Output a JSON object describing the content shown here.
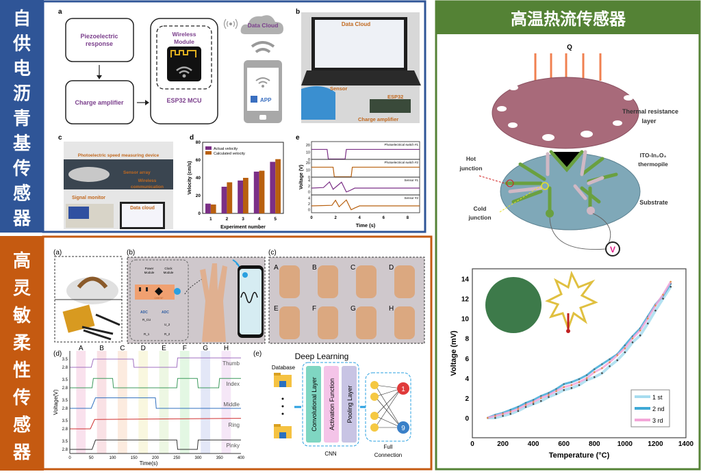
{
  "colors": {
    "blue": "#2f5597",
    "orange": "#c55a11",
    "green": "#548235",
    "purple": "#7b2f86",
    "brown": "#b8600f"
  },
  "left_top": {
    "side_title_chars": [
      "自",
      "供",
      "电",
      "沥",
      "青",
      "基",
      "传",
      "感",
      "器"
    ],
    "panel_a": {
      "label": "a",
      "piezo_line1": "Piezoelectric",
      "piezo_line2": "response",
      "charge_amp": "Charge amplifier",
      "wireless_line1": "Wireless",
      "wireless_line2": "Module",
      "mcu": "ESP32 MCU",
      "cloud": "Data Cloud",
      "app": "APP"
    },
    "panel_b": {
      "label": "b",
      "cloud": "Data Cloud",
      "sensor": "Sensor",
      "esp32": "ESP32",
      "charge_amp": "Charge amplifier"
    },
    "panel_c": {
      "label": "c",
      "device": "Photoelectric speed measuring device",
      "array": "Sensor array",
      "wireless1": "Wireless",
      "wireless2": "communication",
      "monitor": "Signal monitor",
      "cloud": "Data cloud"
    },
    "panel_d": {
      "label": "d"
    },
    "panel_e": {
      "label": "e"
    }
  },
  "left_bottom": {
    "side_title_chars": [
      "高",
      "灵",
      "敏",
      "柔",
      "性",
      "传",
      "感",
      "器"
    ],
    "panel_a": {
      "label": "(a)"
    },
    "panel_b": {
      "label": "(b)",
      "power1": "Power",
      "power2": "Module",
      "clock1": "Clock",
      "clock2": "Module",
      "chip": "CH573F",
      "adc1": "ADC",
      "adc2": "ADC",
      "rcu": "R_CU",
      "u2": "U_2",
      "r1": "R_1",
      "r2": "R_2"
    },
    "panel_c": {
      "label": "(c)",
      "gestures": [
        "A",
        "B",
        "C",
        "D",
        "E",
        "F",
        "G",
        "H"
      ]
    },
    "panel_d": {
      "label": "(d)"
    },
    "panel_e": {
      "label": "(e)",
      "title": "Deep Learning",
      "database": "Database",
      "conv": "Convolutional Layer",
      "act": "Activation Function",
      "pool": "Pooling Layer",
      "cnn": "CNN",
      "full1": "Full",
      "full2": "Connection",
      "out1": "1",
      "out2": "9"
    }
  },
  "right": {
    "title": "高温热流传感器",
    "diagram": {
      "q": "Q",
      "thermal1": "Thermal resistance",
      "thermal2": "layer",
      "ito1": "ITO-In₂O₃",
      "ito2": "thermopile",
      "hot1": "Hot",
      "hot2": "junction",
      "cold1": "Cold",
      "cold2": "junction",
      "substrate": "Substrate",
      "v": "V"
    }
  },
  "chart_data": [
    {
      "id": "velocity",
      "type": "bar",
      "title": "",
      "xlabel": "Experiment number",
      "ylabel": "Velocity (cm/s)",
      "categories": [
        "1",
        "2",
        "3",
        "4",
        "5"
      ],
      "ylim": [
        0,
        80
      ],
      "yticks": [
        "0",
        "20",
        "40",
        "60",
        "80"
      ],
      "series": [
        {
          "name": "Actual velocity",
          "color": "#7b2f86",
          "values": [
            11,
            30,
            37,
            47,
            58
          ]
        },
        {
          "name": "Calculated velocity",
          "color": "#b8600f",
          "values": [
            10,
            35,
            40,
            48,
            61
          ]
        }
      ],
      "legend": "top-left"
    },
    {
      "id": "switch-signals",
      "type": "line",
      "xlabel": "Time (s)",
      "ylabel": "Voltage (V)",
      "xlim": [
        0,
        9
      ],
      "xticks": [
        "0",
        "2",
        "4",
        "6",
        "8"
      ],
      "series": [
        {
          "name": "Photoelectrical switch #1",
          "color": "#7b2f86",
          "ylim": [
            0,
            25
          ],
          "yticks": [
            "0",
            "10",
            "20"
          ],
          "points": [
            [
              0,
              14
            ],
            [
              1.3,
              14
            ],
            [
              1.4,
              0.5
            ],
            [
              2.8,
              0.5
            ],
            [
              2.9,
              14
            ],
            [
              9,
              14
            ]
          ]
        },
        {
          "name": "Photoelectrical switch #2",
          "color": "#b8600f",
          "ylim": [
            0,
            25
          ],
          "yticks": [
            "0",
            "10",
            "20"
          ],
          "points": [
            [
              0,
              14
            ],
            [
              1.8,
              14
            ],
            [
              1.9,
              0.5
            ],
            [
              3.3,
              0.5
            ],
            [
              3.4,
              14
            ],
            [
              9,
              14
            ]
          ]
        },
        {
          "name": "Sensor #1",
          "color": "#7b2f86",
          "ylim": [
            -1,
            5
          ],
          "yticks": [
            "0",
            "2",
            "4"
          ],
          "points": [
            [
              0,
              1.3
            ],
            [
              1,
              1.5
            ],
            [
              1.5,
              3.4
            ],
            [
              1.8,
              0.9
            ],
            [
              2.5,
              3.3
            ],
            [
              2.9,
              0
            ],
            [
              3.2,
              0.5
            ],
            [
              3.6,
              1.3
            ],
            [
              9,
              1.3
            ]
          ]
        },
        {
          "name": "Sensor #2",
          "color": "#b8600f",
          "ylim": [
            -1,
            5
          ],
          "yticks": [
            "0",
            "2",
            "4"
          ],
          "points": [
            [
              0,
              1.3
            ],
            [
              1.7,
              1.5
            ],
            [
              2,
              3.2
            ],
            [
              2.3,
              1
            ],
            [
              2.9,
              3.3
            ],
            [
              3.3,
              0
            ],
            [
              3.6,
              0.6
            ],
            [
              4,
              1.3
            ],
            [
              9,
              1.3
            ]
          ]
        }
      ]
    },
    {
      "id": "finger-signals",
      "type": "line",
      "xlabel": "Time(s)",
      "ylabel": "Voltage(V)",
      "xlim": [
        0,
        400
      ],
      "xticks": [
        "0",
        "50",
        "100",
        "150",
        "200",
        "250",
        "300",
        "350",
        "400"
      ],
      "yticks": [
        "2.8",
        "3.5"
      ],
      "bands": [
        "A",
        "B",
        "C",
        "D",
        "E",
        "F",
        "G",
        "H"
      ],
      "series": [
        {
          "name": "Thumb",
          "color": "#a070c0",
          "points": [
            [
              0,
              2.8
            ],
            [
              50,
              2.8
            ],
            [
              55,
              3.5
            ],
            [
              148,
              3.5
            ],
            [
              150,
              2.8
            ],
            [
              250,
              2.8
            ],
            [
              252,
              3.6
            ],
            [
              400,
              3.6
            ]
          ]
        },
        {
          "name": "Index",
          "color": "#3c9a5c",
          "points": [
            [
              0,
              2.8
            ],
            [
              52,
              2.8
            ],
            [
              55,
              3.6
            ],
            [
              100,
              3.6
            ],
            [
              102,
              2.8
            ],
            [
              250,
              2.8
            ],
            [
              252,
              3.6
            ],
            [
              298,
              3.6
            ],
            [
              300,
              2.8
            ],
            [
              348,
              2.8
            ],
            [
              350,
              3.6
            ],
            [
              400,
              3.6
            ]
          ]
        },
        {
          "name": "Middle",
          "color": "#2f6fbf",
          "points": [
            [
              0,
              2.8
            ],
            [
              50,
              2.8
            ],
            [
              60,
              3.7
            ],
            [
              200,
              3.7
            ],
            [
              202,
              2.8
            ],
            [
              400,
              2.8
            ]
          ]
        },
        {
          "name": "Ring",
          "color": "#d03030",
          "points": [
            [
              0,
              2.8
            ],
            [
              48,
              2.8
            ],
            [
              58,
              3.6
            ],
            [
              400,
              3.7
            ]
          ]
        },
        {
          "name": "Pinky",
          "color": "#333333",
          "points": [
            [
              0,
              2.8
            ],
            [
              52,
              2.8
            ],
            [
              60,
              3.6
            ],
            [
              250,
              3.6
            ],
            [
              252,
              2.8
            ],
            [
              298,
              2.8
            ],
            [
              300,
              3.6
            ],
            [
              400,
              3.6
            ]
          ]
        }
      ]
    },
    {
      "id": "heat-flux",
      "type": "line",
      "xlabel": "Temperature (°C)",
      "ylabel": "Voltage (mV)",
      "xlim": [
        0,
        1400
      ],
      "ylim": [
        -2,
        15
      ],
      "xticks": [
        "0",
        "200",
        "400",
        "600",
        "800",
        "1000",
        "1200",
        "1400"
      ],
      "yticks": [
        "0",
        "2",
        "4",
        "6",
        "8",
        "10",
        "12",
        "14"
      ],
      "x": [
        100,
        150,
        200,
        250,
        300,
        350,
        400,
        450,
        500,
        550,
        600,
        650,
        700,
        750,
        800,
        850,
        900,
        950,
        1000,
        1050,
        1100,
        1150,
        1200,
        1250,
        1300
      ],
      "series": [
        {
          "name": "1 st",
          "color": "#a6dcef",
          "values": [
            0,
            0,
            0.2,
            0.4,
            0.7,
            1.1,
            1.4,
            1.7,
            2.1,
            2.4,
            2.8,
            3.0,
            3.3,
            3.8,
            4.1,
            4.5,
            5.2,
            5.8,
            6.6,
            7.6,
            8.3,
            9.5,
            10.8,
            12.0,
            13.2
          ]
        },
        {
          "name": "2 nd",
          "color": "#3fa9d6",
          "values": [
            0,
            0.3,
            0.5,
            0.8,
            1.1,
            1.5,
            1.8,
            2.2,
            2.5,
            2.9,
            3.4,
            3.6,
            3.9,
            4.3,
            4.9,
            5.4,
            5.9,
            6.4,
            7.3,
            8.2,
            9.0,
            10.2,
            11.4,
            12.3,
            13.5
          ]
        },
        {
          "name": "3 rd",
          "color": "#f3a6d8",
          "values": [
            0,
            0.2,
            0.4,
            0.6,
            0.9,
            1.3,
            1.6,
            2.0,
            2.3,
            2.7,
            3.1,
            3.3,
            3.6,
            4.0,
            4.6,
            5.0,
            5.6,
            6.3,
            7.0,
            8.0,
            8.8,
            10.0,
            11.3,
            12.4,
            13.7
          ]
        }
      ],
      "legend": "bottom-right"
    }
  ]
}
